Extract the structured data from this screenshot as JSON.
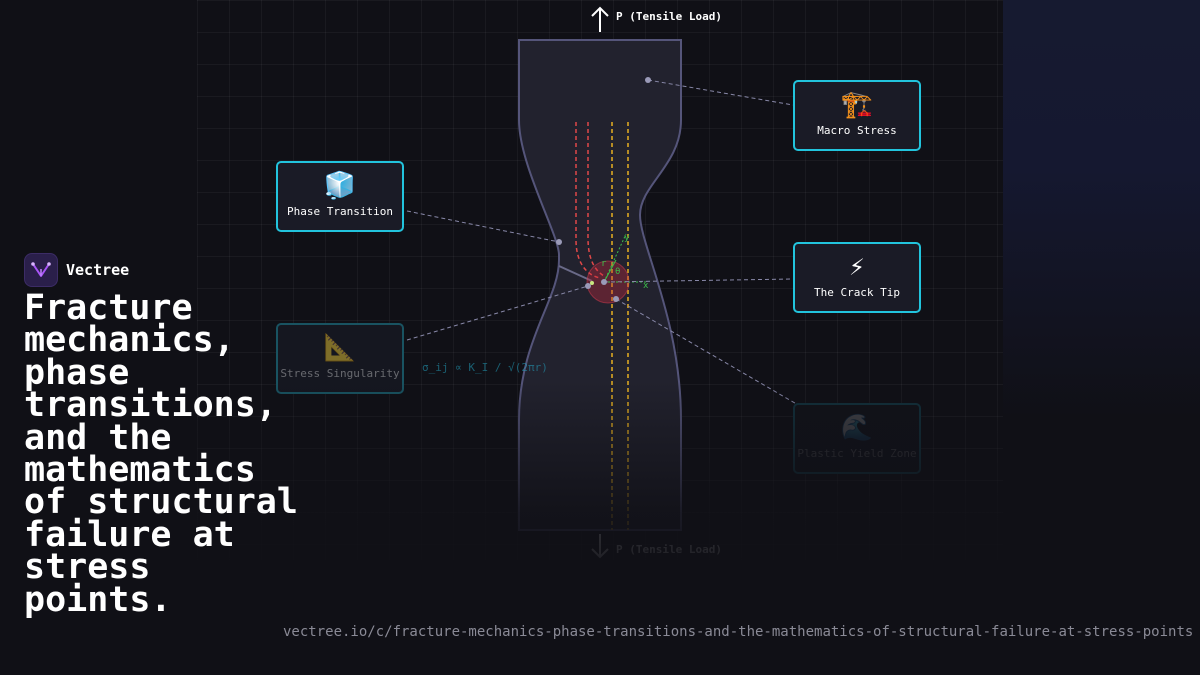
{
  "diagram": {
    "load_top": "P (Tensile Load)",
    "load_bottom": "P (Tensile Load)",
    "formula": "σ_ij ∝ K_I / √(2πr)",
    "nodes": [
      {
        "id": "macro",
        "emoji": "🏗️",
        "label": "Macro Stress"
      },
      {
        "id": "phase",
        "emoji": "🧊",
        "label": "Phase Transition"
      },
      {
        "id": "crack",
        "emoji": "⚡",
        "label": "The Crack Tip"
      },
      {
        "id": "singularity",
        "emoji": "📐",
        "label": "Stress Singularity"
      },
      {
        "id": "plastic",
        "emoji": "🌊",
        "label": "Plastic Yield Zone"
      }
    ],
    "crack_tip_labels": {
      "y": "y",
      "x": "x",
      "r": "r",
      "theta": "θ"
    }
  },
  "brand": {
    "name": "Vectree",
    "icon": "vectree-logo-icon"
  },
  "headline": "Fracture mechanics, phase transitions, and the mathematics of structural failure at stress points.",
  "url": "vectree.io/c/fracture-mechanics-phase-transitions-and-the-mathematics-of-structural-failure-at-stress-points",
  "colors": {
    "background": "#101016",
    "accent": "#22c4dd",
    "brand": "#a855f7",
    "stress_red": "#e04848",
    "stress_yellow": "#e8b020"
  }
}
